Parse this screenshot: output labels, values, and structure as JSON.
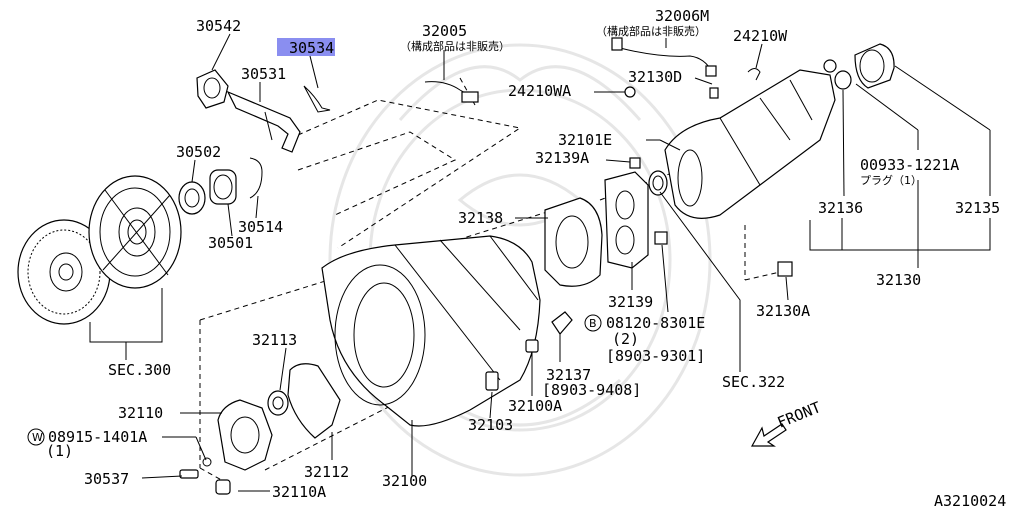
{
  "highlight_color": "#8a8ef0",
  "labels": {
    "p30542": "30542",
    "p30534": "30534",
    "p30531": "30531",
    "p30502": "30502",
    "p30514": "30514",
    "p30501": "30501",
    "sec300": "SEC.300",
    "p32005": "32005",
    "p32005_note": "（構成部品は非販売）",
    "p32006M": "32006M",
    "p32006M_note": "（構成部品は非販売）",
    "p24210W": "24210W",
    "p32130D": "32130D",
    "p24210WA": "24210WA",
    "p32101E": "32101E",
    "p32139A": "32139A",
    "p00933": "00933-1221A",
    "p00933_note": "プラグ（1）",
    "p32136": "32136",
    "p32135": "32135",
    "p32130": "32130",
    "p32138": "32138",
    "p32139": "32139",
    "b_circle": "B",
    "p08120": "08120-8301E",
    "p08120_qty": "(2)",
    "p08120_date": "[8903-9301]",
    "p32130A": "32130A",
    "sec322": "SEC.322",
    "p32113": "32113",
    "p32110": "32110",
    "w_circle": "W",
    "p08915": "08915-1401A",
    "p08915_qty": "(1)",
    "p30537": "30537",
    "p32112": "32112",
    "p32110A": "32110A",
    "p32100": "32100",
    "p32103": "32103",
    "p32100A": "32100A",
    "p32137": "32137",
    "p32137_date": "[8903-9408]",
    "front": "FRONT",
    "drawing_id": "A3210024"
  }
}
